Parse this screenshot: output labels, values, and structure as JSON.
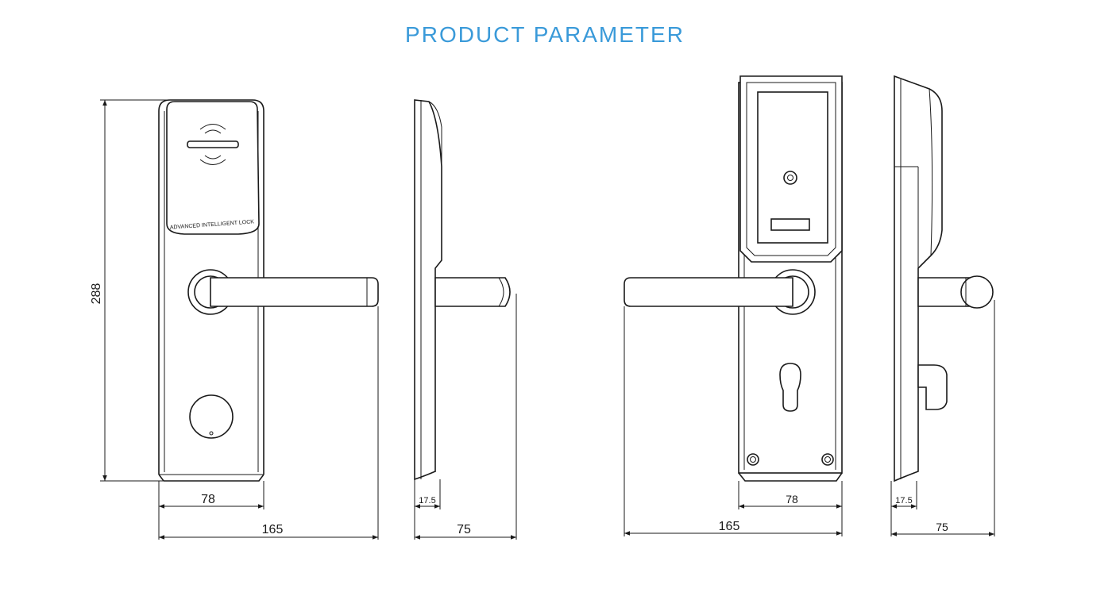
{
  "header": {
    "title": "PRODUCT PARAMETER"
  },
  "colors": {
    "title": "#3a9ad9",
    "line": "#1a1a1a",
    "background": "#ffffff"
  },
  "front_view": {
    "panel_label": "ADVANCED INTELLIGENT LOCK",
    "dims": {
      "height": "288",
      "plate_width": "78",
      "overall_width": "165"
    }
  },
  "front_side_view": {
    "dims": {
      "plate_depth": "17.5",
      "overall_depth": "75"
    }
  },
  "back_view": {
    "dims": {
      "plate_width": "78",
      "overall_width": "165"
    }
  },
  "back_side_view": {
    "dims": {
      "plate_depth": "17.5",
      "overall_depth": "75"
    }
  }
}
